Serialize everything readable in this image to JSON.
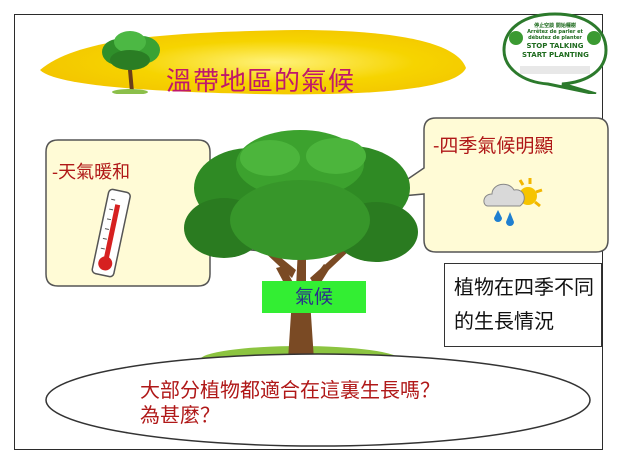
{
  "title": "溫帶地區的氣候",
  "logo": {
    "line1": "停止空談 開始種樹",
    "line2": "Arrêtez de parler et",
    "line3": "débutez de planter",
    "line4": "STOP TALKING",
    "line5": "START PLANTING"
  },
  "bubbles": {
    "left_caption": "-天氣暖和",
    "right_caption": "-四季氣候明顯"
  },
  "center_label": "氣候",
  "note": "植物在四季不同的生長情況",
  "question": {
    "line1": "大部分植物都適合在這裏生長嗎？",
    "line2": "為甚麼？"
  },
  "colors": {
    "title": "#c0186a",
    "caption": "#b01818",
    "banner": "#f6d400",
    "bubble_fill": "#fffbd6",
    "label_box": "#33ee33"
  },
  "icons": [
    "small-tree-icon",
    "thermometer-icon",
    "rain-sun-icon",
    "big-tree-image",
    "stop-talking-logo"
  ]
}
